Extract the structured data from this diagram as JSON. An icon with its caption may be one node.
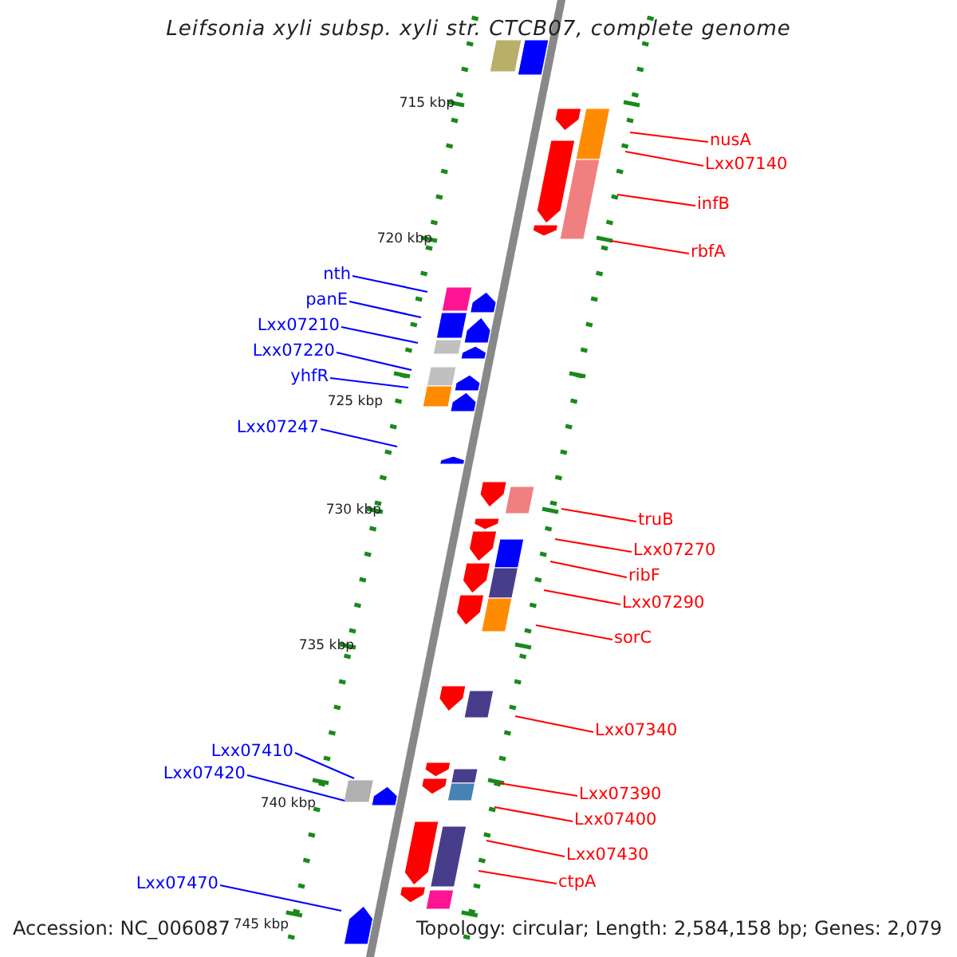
{
  "diagram": {
    "title": "Leifsonia xyli subsp. xyli str. CTCB07, complete genome",
    "nodes": [
      {
        "text": [
          "nusA"
        ]
      },
      {
        "text": [
          "Lxx07140"
        ]
      },
      {
        "text": [
          "infB"
        ]
      },
      {
        "text": [
          "rbfA"
        ]
      },
      {
        "text": [
          "nth"
        ]
      },
      {
        "text": [
          "panE"
        ]
      },
      {
        "text": [
          "Lxx07210"
        ]
      },
      {
        "text": [
          "Lxx07220"
        ]
      },
      {
        "text": [
          "yhfR"
        ]
      },
      {
        "text": [
          "Lxx07247"
        ]
      },
      {
        "text": [
          "truB"
        ]
      },
      {
        "text": [
          "Lxx07270"
        ]
      },
      {
        "text": [
          "ribF"
        ]
      },
      {
        "text": [
          "Lxx07290"
        ]
      },
      {
        "text": [
          "sorC"
        ]
      },
      {
        "text": [
          "Lxx07340"
        ]
      },
      {
        "text": [
          "Lxx07410"
        ]
      },
      {
        "text": [
          "Lxx07420"
        ]
      },
      {
        "text": [
          "Lxx07390"
        ]
      },
      {
        "text": [
          "Lxx07400"
        ]
      },
      {
        "text": [
          "Lxx07430"
        ]
      },
      {
        "text": [
          "ctpA"
        ]
      },
      {
        "text": [
          "Lxx07470"
        ]
      }
    ],
    "edges": [
      {
        "from": 0,
        "to": null,
        "arrow": "none"
      },
      {
        "from": 1,
        "to": null,
        "arrow": "none"
      },
      {
        "from": 2,
        "to": null,
        "arrow": "none"
      },
      {
        "from": 3,
        "to": null,
        "arrow": "none"
      },
      {
        "from": 4,
        "to": null,
        "arrow": "none",
        "color": "#0000ff"
      },
      {
        "from": 5,
        "to": null,
        "arrow": "none",
        "color": "#0000ff"
      },
      {
        "from": 6,
        "to": null,
        "arrow": "none",
        "color": "#0000ff"
      },
      {
        "from": 7,
        "to": null,
        "arrow": "none",
        "color": "#0000ff"
      },
      {
        "from": 8,
        "to": null,
        "arrow": "none",
        "color": "#0000ff"
      },
      {
        "from": 9,
        "to": null,
        "arrow": "none",
        "color": "#0000ff"
      },
      {
        "from": 10,
        "to": null,
        "arrow": "none"
      },
      {
        "from": 11,
        "to": null,
        "arrow": "none"
      },
      {
        "from": 12,
        "to": null,
        "arrow": "none"
      },
      {
        "from": 13,
        "to": null,
        "arrow": "none"
      },
      {
        "from": 14,
        "to": null,
        "arrow": "none"
      },
      {
        "from": 15,
        "to": null,
        "arrow": "none"
      },
      {
        "from": 16,
        "to": null,
        "arrow": "none",
        "color": "#0000ff"
      },
      {
        "from": 17,
        "to": null,
        "arrow": "none",
        "color": "#0000ff"
      },
      {
        "from": 18,
        "to": null,
        "arrow": "none"
      },
      {
        "from": 19,
        "to": null,
        "arrow": "none"
      },
      {
        "from": 20,
        "to": null,
        "arrow": "none"
      },
      {
        "from": 21,
        "to": null,
        "arrow": "none"
      },
      {
        "from": 22,
        "to": null,
        "arrow": "none",
        "color": "#0000ff"
      }
    ],
    "labels": [
      "715 kbp",
      "720 kbp",
      "725 kbp",
      "730 kbp",
      "735 kbp",
      "740 kbp",
      "745 kbp",
      "Accession: NC_006087",
      "Topology: circular; Length: 2,584,158 bp; Genes: 2,079"
    ]
  }
}
